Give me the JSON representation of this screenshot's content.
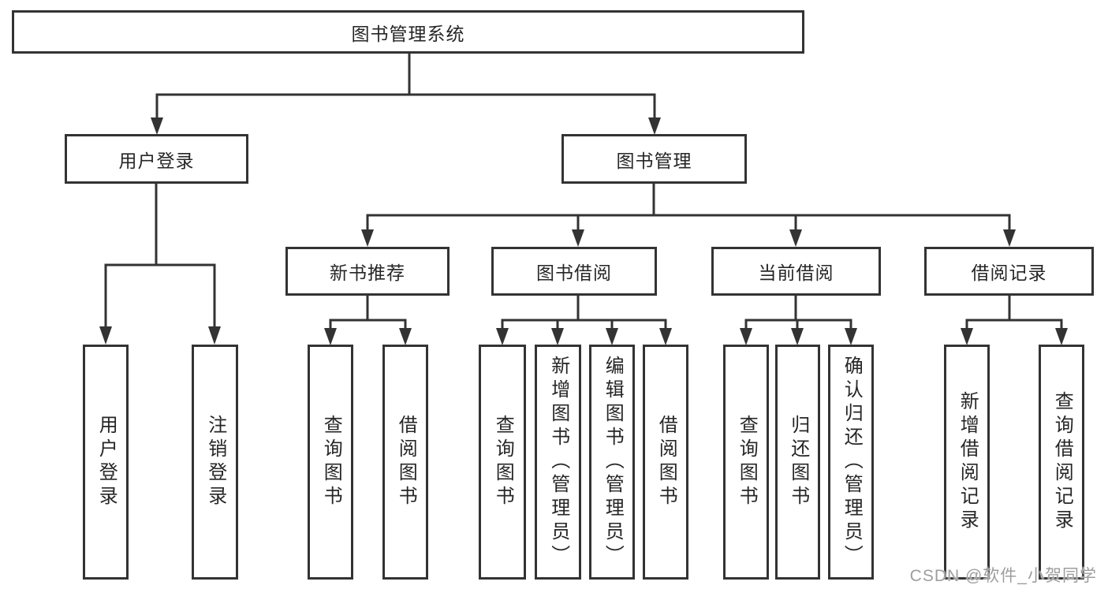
{
  "tree": {
    "root": "图书管理系统",
    "children": [
      {
        "label": "用户登录",
        "children": [
          "用户登录",
          "注销登录"
        ]
      },
      {
        "label": "图书管理",
        "children": [
          {
            "label": "新书推荐",
            "children": [
              "查询图书",
              "借阅图书"
            ]
          },
          {
            "label": "图书借阅",
            "children": [
              "查询图书",
              "新增图书（管理员）",
              "编辑图书（管理员）",
              "借阅图书"
            ]
          },
          {
            "label": "当前借阅",
            "children": [
              "查询图书",
              "归还图书",
              "确认归还（管理员）"
            ]
          },
          {
            "label": "借阅记录",
            "children": [
              "新增借阅记录",
              "查询借阅记录"
            ]
          }
        ]
      }
    ]
  },
  "colors": {
    "line": "#333333",
    "text": "#262626",
    "watermark": "#9e9e9e",
    "background": "#ffffff"
  },
  "watermark": {
    "text": "CSDN @软件_小贺同学"
  }
}
